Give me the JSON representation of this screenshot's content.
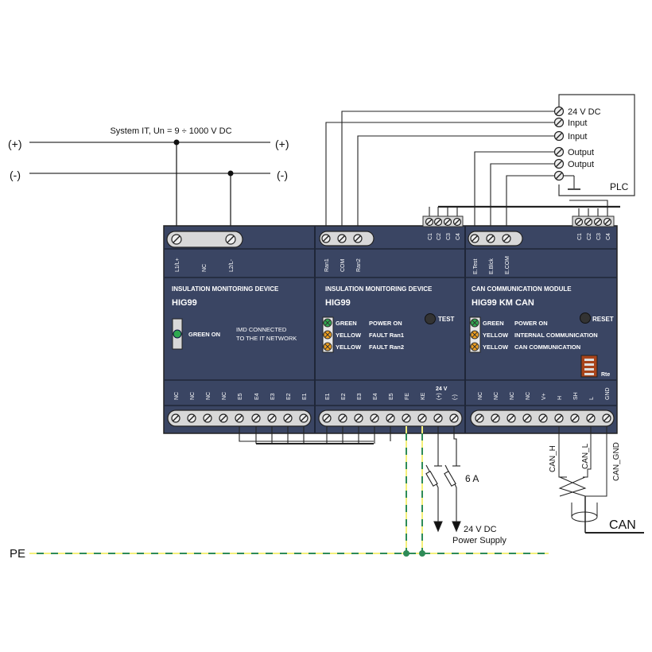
{
  "network": {
    "title": "System IT, Un = 9 ÷ 1000 V DC",
    "plus_left": "(+)",
    "plus_right": "(+)",
    "minus_left": "(-)",
    "minus_right": "(-)"
  },
  "plc": {
    "label": "PLC",
    "terminals": [
      "24 V DC",
      "Input",
      "Input",
      "Output",
      "Output",
      ""
    ]
  },
  "module1": {
    "top_labels": [
      "L1/L+",
      "NC",
      "L2/L-"
    ],
    "type": "INSULATION MONITORING DEVICE",
    "model": "HIG99",
    "led_color": "GREEN ON",
    "led_desc_line1": "IMD CONNECTED",
    "led_desc_line2": "TO THE IT NETWORK",
    "bottom_labels": [
      "NC",
      "NC",
      "NC",
      "NC",
      "E5",
      "E4",
      "E3",
      "E2",
      "E1"
    ]
  },
  "module2": {
    "top_labels": [
      "Ran1",
      "COM",
      "Ran2"
    ],
    "c_labels": [
      "C1",
      "C2",
      "C3",
      "C4"
    ],
    "type": "INSULATION MONITORING DEVICE",
    "model": "HIG99",
    "button": "TEST",
    "leds": [
      {
        "color": "GREEN",
        "desc": "POWER ON",
        "hex": "#2fa84f"
      },
      {
        "color": "YELLOW",
        "desc": "FAULT Ran1",
        "hex": "#f0a020"
      },
      {
        "color": "YELLOW",
        "desc": "FAULT Ran2",
        "hex": "#f0a020"
      }
    ],
    "supply_label": "24 V",
    "bottom_labels": [
      "E1",
      "E2",
      "E3",
      "E4",
      "E5",
      "FE",
      "KE",
      "(+)",
      "(-)"
    ]
  },
  "module3": {
    "top_labels": [
      "E.Test",
      "E.Blck",
      "E.COM"
    ],
    "c_labels": [
      "C1",
      "C2",
      "C3",
      "C4"
    ],
    "type": "CAN COMMUNICATION MODULE",
    "model": "HIG99 KM CAN",
    "button": "RESET",
    "leds": [
      {
        "color": "GREEN",
        "desc": "POWER ON",
        "hex": "#2fa84f"
      },
      {
        "color": "YELLOW",
        "desc": "INTERNAL COMMUNICATION",
        "hex": "#f0a020"
      },
      {
        "color": "YELLOW",
        "desc": "CAN COMMUNICATION",
        "hex": "#f0a020"
      }
    ],
    "dip_label": "Rte",
    "bottom_labels": [
      "NC",
      "NC",
      "NC",
      "NC",
      "V+",
      "H",
      "SH",
      "L",
      "GND"
    ]
  },
  "power": {
    "fuse": "6 A",
    "supply_line1": "24 V DC",
    "supply_line2": "Power Supply"
  },
  "can": {
    "h": "CAN_H",
    "l": "CAN_L",
    "gnd": "CAN_GND",
    "bus": "CAN"
  },
  "pe": {
    "label": "PE"
  },
  "colors": {
    "module_body": "#3a4563",
    "terminal_strip": "#d8d8d8",
    "pe_green": "#2e8b57",
    "pe_yellow": "#f5f07a"
  }
}
